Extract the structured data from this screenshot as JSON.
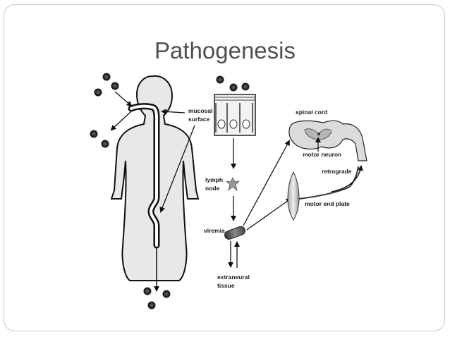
{
  "slide": {
    "title": "Pathogenesis"
  },
  "diagram": {
    "labels": {
      "mucosal_surface": [
        "mucosal",
        "surface"
      ],
      "lymph_node": [
        "lymph",
        "node"
      ],
      "viremia": "viremia",
      "extraneural_tissue": [
        "extraneural",
        "tissue"
      ],
      "spinal_cord": "spinal cord",
      "motor_neuron": "motor neuron",
      "retrograde": "retrograde",
      "motor_end_plate": "motor end plate"
    },
    "icons": [
      "virus-particle-icon",
      "human-body-outline",
      "intestinal-epithelium",
      "lymph-node-icon",
      "blood-vessel-icon",
      "spinal-cord-cross-section",
      "muscle-fiber-icon"
    ]
  }
}
